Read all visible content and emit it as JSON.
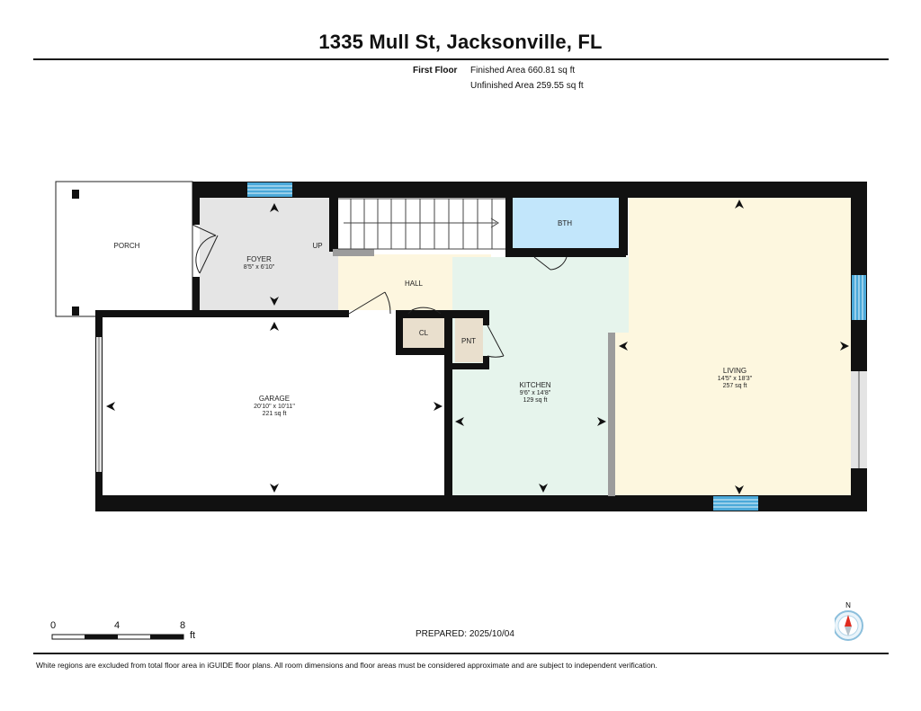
{
  "header": {
    "title": "1335 Mull St, Jacksonville, FL"
  },
  "summary": {
    "floor": "First Floor",
    "finished_area": "Finished Area 660.81 sq ft",
    "unfinished_area": "Unfinished Area 259.55 sq ft"
  },
  "rooms": {
    "porch": {
      "name": "PORCH"
    },
    "foyer": {
      "name": "FOYER",
      "dims": "8'5\" x 6'10\""
    },
    "stairs": {
      "label": "UP"
    },
    "hall": {
      "name": "HALL"
    },
    "bath": {
      "name": "BTH"
    },
    "closet": {
      "name": "CL"
    },
    "pantry": {
      "name": "PNT"
    },
    "garage": {
      "name": "GARAGE",
      "dims": "20'10\" x 10'11\"",
      "area": "221 sq ft"
    },
    "kitchen": {
      "name": "KITCHEN",
      "dims": "9'6\" x 14'8\"",
      "area": "129 sq ft"
    },
    "living": {
      "name": "LIVING",
      "dims": "14'5\" x 18'3\"",
      "area": "257 sq ft"
    }
  },
  "scale_bar": {
    "ticks": [
      "0",
      "4",
      "8"
    ],
    "unit": "ft"
  },
  "footer": {
    "prepared": "PREPARED: 2025/10/04",
    "disclaimer": "White regions are excluded from total floor area in iGUIDE floor plans. All room dimensions and floor areas must be considered approximate and are subject to independent verification."
  },
  "compass": {
    "label": "N"
  },
  "colors": {
    "wall": "#111111",
    "foyer": "#e5e5e5",
    "hall": "#fdf6df",
    "bath": "#c2e6fb",
    "kitchen": "#e6f4ec",
    "living": "#fdf7df",
    "closet": "#e9dfcd",
    "window": "#4ba9d9"
  }
}
